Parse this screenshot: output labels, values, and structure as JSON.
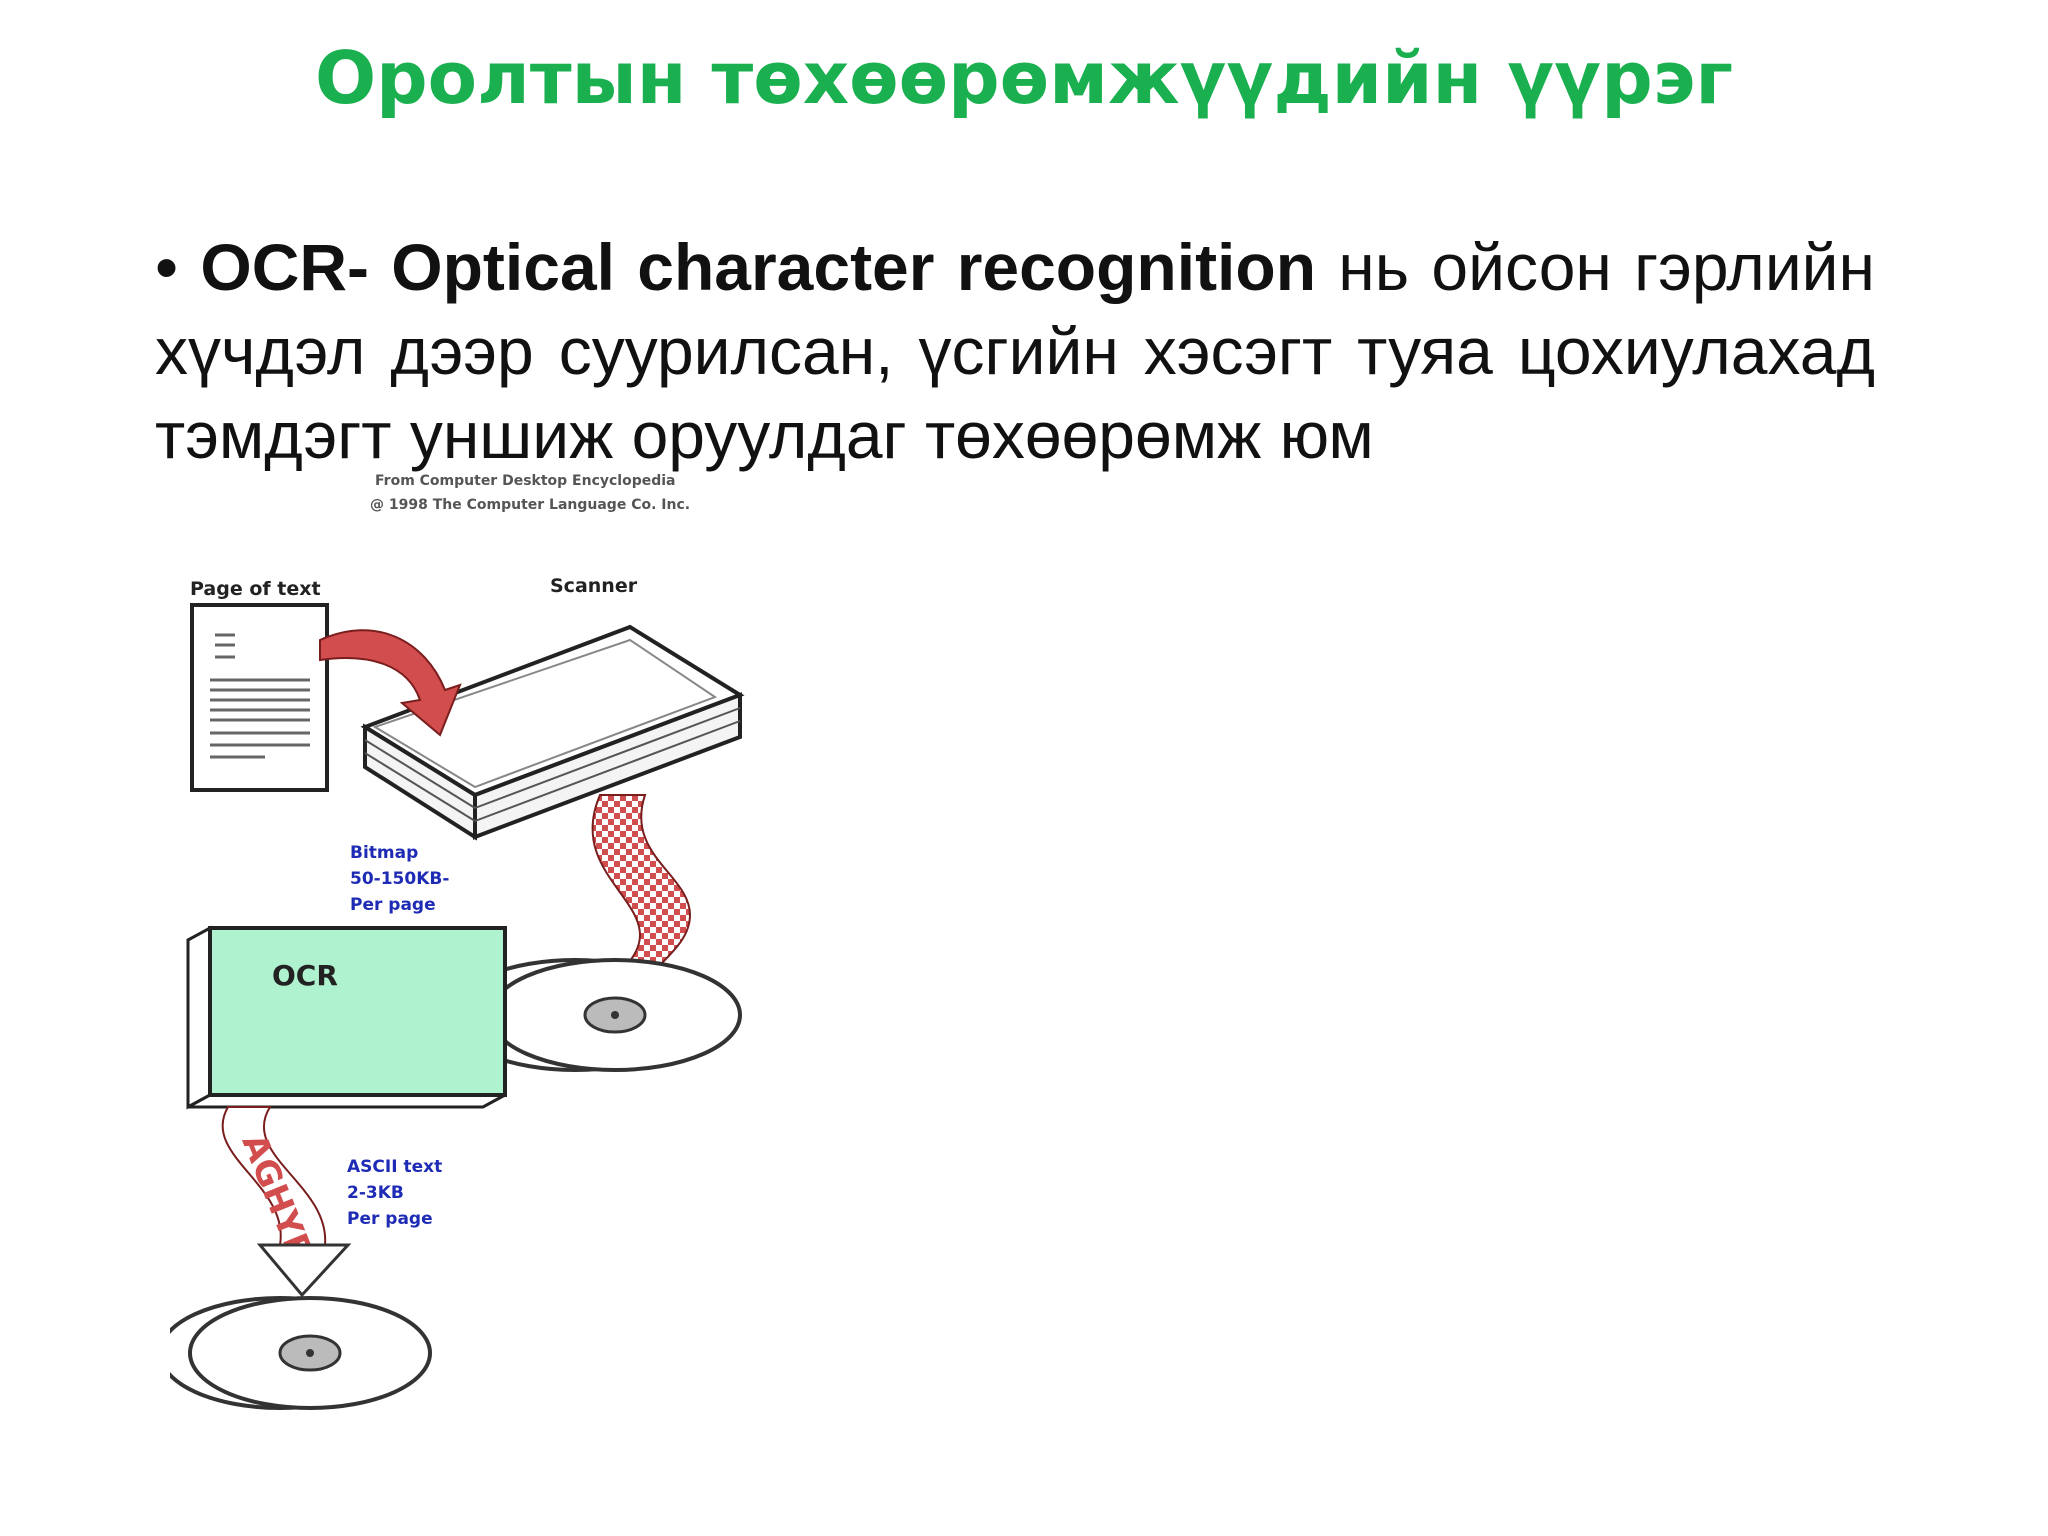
{
  "slide": {
    "title": "Оролтын төхөөрөмжүүдийн үүрэг",
    "bullet": "•",
    "bullet_bold": "OCR- Optical character recognition",
    "bullet_text": " нь ойсон гэрлийн хүчдэл дээр суурилсан, үсгийн хэсэгт туяа цохиулахад тэмдэгт уншиж оруулдаг төхөөрөмж юм"
  },
  "figure": {
    "credit_line1": "From Computer Desktop Encyclopedia",
    "credit_line2": "@ 1998 The Computer Language Co. Inc.",
    "page_label": "Page of text",
    "scanner_label": "Scanner",
    "bitmap_line1": "Bitmap",
    "bitmap_line2": "50-150KB-",
    "bitmap_line3": "Per page",
    "ocr_label": "OCR",
    "ascii_line1": "ASCII text",
    "ascii_line2": "2-3KB",
    "ascii_line3": "Per page",
    "ribbon_letters": "AGHYES"
  },
  "colors": {
    "title": "#1ab050",
    "ocr_box": "#aef2cf",
    "arrow_red": "#d24d4d",
    "label_blue": "#1e2bb4"
  }
}
